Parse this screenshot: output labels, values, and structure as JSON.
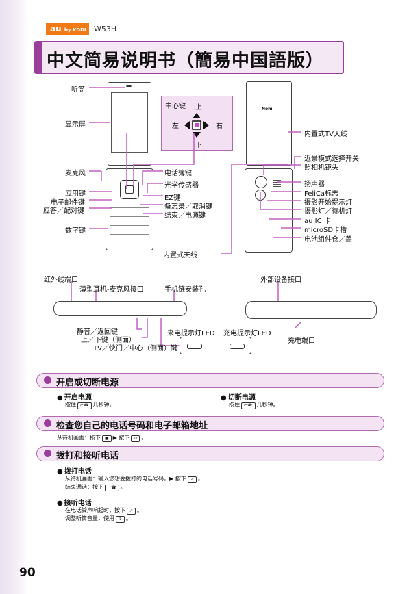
{
  "header": {
    "brand": "au by KDDI",
    "model": "W53H",
    "title": "中文简易说明书（簡易中国語版）"
  },
  "left_labels": {
    "earpiece": "听筒",
    "display": "显示屏",
    "microphone": "麦克风",
    "app_key": "应用键",
    "mail_key": "电子邮件键",
    "answer_key": "应答／配对键",
    "num_keys": "数字键"
  },
  "center_labels": {
    "phonebook": "电话簿键",
    "light_sensor": "光学传感器",
    "ez_key": "EZ键",
    "memo_cancel": "备忘录／取消键",
    "end_power": "结束／电源键",
    "antenna": "内置式天线"
  },
  "center_key_box": {
    "label": "中心键",
    "up": "上",
    "down": "下",
    "left": "左",
    "right": "右"
  },
  "right_labels": {
    "tv_antenna": "内置式TV天线",
    "macro_switch": "近景模式选择开关",
    "camera_lens": "照相机镜头",
    "speaker": "扬声器",
    "felica": "FeliCa标志",
    "rec_lamp": "摄影开始提示灯",
    "photo_lamp": "摄影灯／待机灯",
    "au_ic": "au IC 卡",
    "microsd": "microSD卡槽",
    "battery_cover": "电池组件仓／盖"
  },
  "side_labels": {
    "ir_port": "红外线端口",
    "earphone_jack": "薄型耳机-麦克风接口",
    "strap_hole": "手机链安装孔",
    "ext_port": "外部设备接口",
    "mute_back": "静音／返回键",
    "up_down": "上／下键（侧面）",
    "tv_shutter": "TV／快门／中心（侧面）键",
    "call_led": "来电提示灯LED",
    "charge_led": "充电提示灯LED",
    "charge_port": "充电端口"
  },
  "sections": [
    {
      "title": "开启或切断电源"
    },
    {
      "title": "检查您自己的电话号码和电子邮箱地址"
    },
    {
      "title": "拨打和接听电话"
    }
  ],
  "power": {
    "on_title": "开启电源",
    "on_text_a": "按住",
    "on_text_b": "几秒钟。",
    "off_title": "切断电源",
    "off_text_a": "按住",
    "off_text_b": "几秒钟。"
  },
  "mynumber": {
    "text_a": "从待机画面：按下",
    "text_b": "▶ 按下",
    "text_c": "。"
  },
  "calls": {
    "make_title": "拨打电话",
    "make_line1_a": "从待机画面：输入您想要拨打的电话号码。▶ 按下",
    "make_line1_b": "。",
    "make_line2_a": "结束通话：按下",
    "make_line2_b": "。",
    "answer_title": "接听电话",
    "answer_line1_a": "在电话铃声响起时，按下",
    "answer_line1_b": "。",
    "answer_line2_a": "调整听筒音量：使用",
    "answer_line2_b": "。"
  },
  "keys": {
    "end": "⌐☎",
    "center": "■",
    "memo": "⊡",
    "call": "↗",
    "updown": "⇕"
  },
  "page_number": "90",
  "colors": {
    "accent": "#9b3d9b",
    "section_bg": "#f3e3f3",
    "brand_orange": "#ef7a16"
  }
}
